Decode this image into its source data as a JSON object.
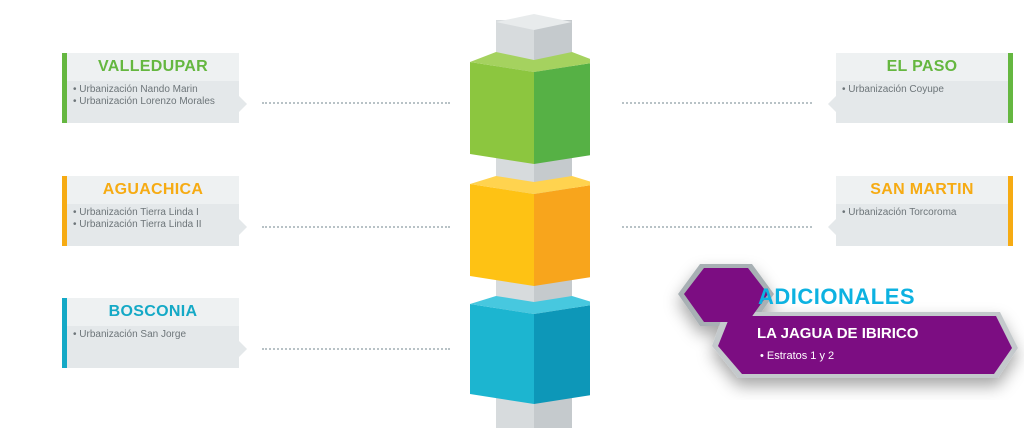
{
  "colors": {
    "green": "#65b740",
    "orange": "#f6ab13",
    "teal": "#14a9c6",
    "purple": "#7c0a82",
    "adicionales_text": "#0db2e1"
  },
  "cards": {
    "valledupar": {
      "title": "VALLEDUPAR",
      "items": [
        "• Urbanización Nando Marin",
        "• Urbanización Lorenzo Morales"
      ]
    },
    "aguachica": {
      "title": "AGUACHICA",
      "items": [
        "• Urbanización Tierra Linda I",
        "• Urbanización Tierra Linda  II"
      ]
    },
    "bosconia": {
      "title": "BOSCONIA",
      "items": [
        "• Urbanización San Jorge"
      ]
    },
    "el_paso": {
      "title": "EL PASO",
      "items": [
        "• Urbanización Coyupe"
      ]
    },
    "san_martin": {
      "title": "SAN MARTIN",
      "items": [
        "• Urbanización Torcoroma"
      ]
    }
  },
  "adicionales": {
    "title": "ADICIONALES",
    "subtitle": "LA JAGUA DE IBIRICO",
    "item": "• Estratos 1 y 2"
  }
}
